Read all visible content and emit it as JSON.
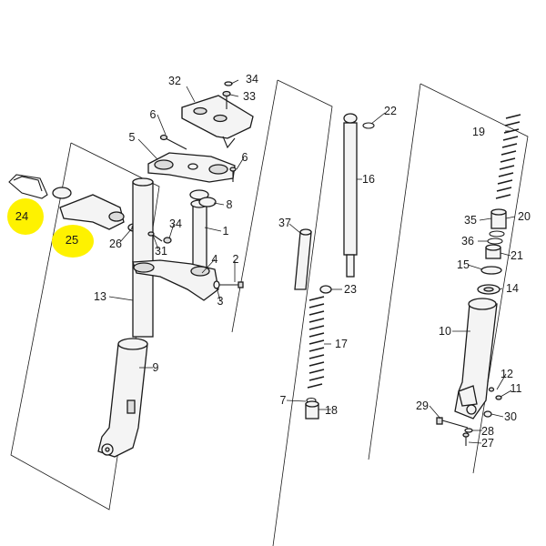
{
  "diagram": {
    "highlight_color": "#fef200",
    "part_numbers": {
      "p1": "1",
      "p2": "2",
      "p3": "3",
      "p4": "4",
      "p5": "5",
      "p6a": "6",
      "p6b": "6",
      "p7": "7",
      "p8": "8",
      "p9": "9",
      "p10": "10",
      "p11": "11",
      "p12": "12",
      "p13": "13",
      "p14": "14",
      "p15": "15",
      "p16": "16",
      "p17": "17",
      "p18": "18",
      "p19": "19",
      "p20": "20",
      "p21": "21",
      "p22": "22",
      "p23": "23",
      "p24": "24",
      "p25": "25",
      "p26": "26",
      "p27": "27",
      "p28": "28",
      "p29": "29",
      "p30": "30",
      "p31": "31",
      "p32": "32",
      "p33": "33",
      "p34a": "34",
      "p34b": "34",
      "p35": "35",
      "p36": "36",
      "p37": "37"
    }
  }
}
